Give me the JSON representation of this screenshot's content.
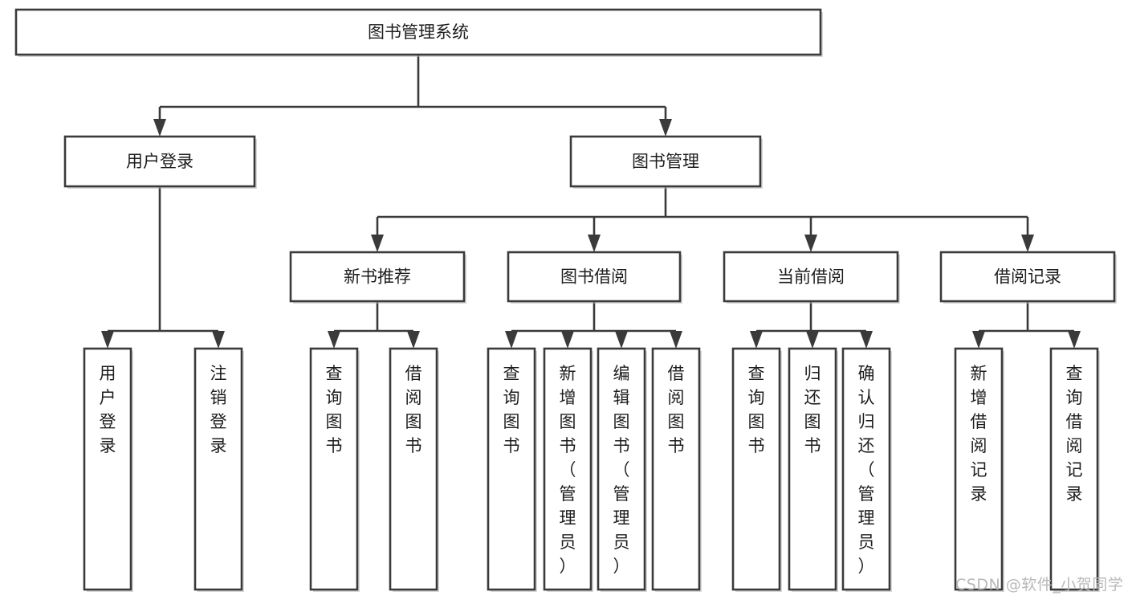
{
  "diagram": {
    "type": "tree",
    "orientation": "top-down",
    "root": {
      "id": "root",
      "label": "图书管理系统"
    },
    "levels": [
      {
        "level": 1,
        "nodes": [
          {
            "id": "root",
            "label": "图书管理系统",
            "text_direction": "horizontal"
          }
        ]
      },
      {
        "level": 2,
        "nodes": [
          {
            "id": "user-login",
            "label": "用户登录",
            "parent": "root",
            "text_direction": "horizontal"
          },
          {
            "id": "book-manage",
            "label": "图书管理",
            "parent": "root",
            "text_direction": "horizontal"
          }
        ]
      },
      {
        "level": 3,
        "nodes": [
          {
            "id": "new-book-rec",
            "label": "新书推荐",
            "parent": "book-manage",
            "text_direction": "horizontal"
          },
          {
            "id": "book-borrow",
            "label": "图书借阅",
            "parent": "book-manage",
            "text_direction": "horizontal"
          },
          {
            "id": "current-borrow",
            "label": "当前借阅",
            "parent": "book-manage",
            "text_direction": "horizontal"
          },
          {
            "id": "borrow-record",
            "label": "借阅记录",
            "parent": "book-manage",
            "text_direction": "horizontal"
          }
        ]
      },
      {
        "level": 4,
        "nodes": [
          {
            "id": "leaf-1",
            "label": "用户登录",
            "parent": "user-login",
            "text_direction": "vertical"
          },
          {
            "id": "leaf-2",
            "label": "注销登录",
            "parent": "user-login",
            "text_direction": "vertical"
          },
          {
            "id": "leaf-3",
            "label": "查询图书",
            "parent": "new-book-rec",
            "text_direction": "vertical"
          },
          {
            "id": "leaf-4",
            "label": "借阅图书",
            "parent": "new-book-rec",
            "text_direction": "vertical"
          },
          {
            "id": "leaf-5",
            "label": "查询图书",
            "parent": "book-borrow",
            "text_direction": "vertical"
          },
          {
            "id": "leaf-6",
            "label": "新增图书（管理员）",
            "parent": "book-borrow",
            "text_direction": "vertical"
          },
          {
            "id": "leaf-7",
            "label": "编辑图书（管理员）",
            "parent": "book-borrow",
            "text_direction": "vertical"
          },
          {
            "id": "leaf-8",
            "label": "借阅图书",
            "parent": "book-borrow",
            "text_direction": "vertical"
          },
          {
            "id": "leaf-9",
            "label": "查询图书",
            "parent": "current-borrow",
            "text_direction": "vertical"
          },
          {
            "id": "leaf-10",
            "label": "归还图书",
            "parent": "current-borrow",
            "text_direction": "vertical"
          },
          {
            "id": "leaf-11",
            "label": "确认归还（管理员）",
            "parent": "current-borrow",
            "text_direction": "vertical"
          },
          {
            "id": "leaf-12",
            "label": "新增借阅记录",
            "parent": "borrow-record",
            "text_direction": "vertical"
          },
          {
            "id": "leaf-13",
            "label": "查询借阅记录",
            "parent": "borrow-record",
            "text_direction": "vertical"
          }
        ]
      }
    ],
    "colors": {
      "box_fill": "#ffffff",
      "box_stroke": "#3a3a3a",
      "text": "#1d1d1d",
      "background": "#ffffff",
      "watermark": "#b9b9b9"
    }
  },
  "watermark": {
    "text": "CSDN @软件_小贺同学"
  }
}
